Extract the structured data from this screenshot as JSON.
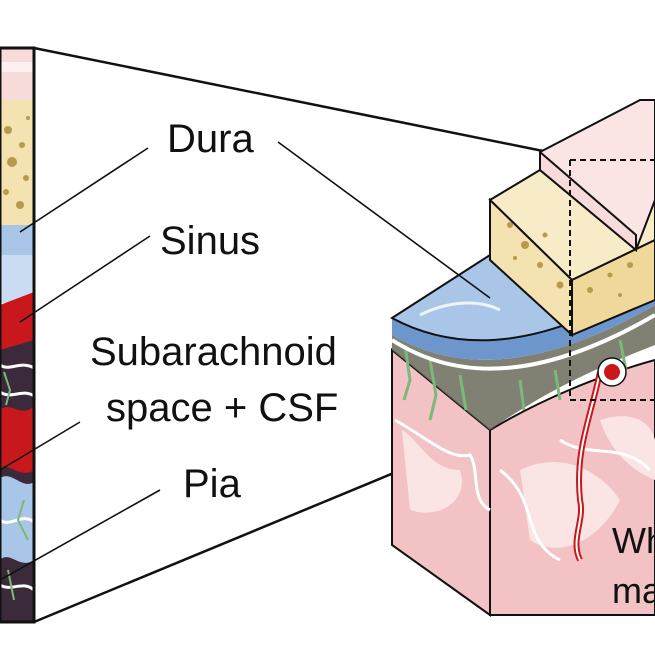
{
  "labels": {
    "dura": "Dura",
    "sinus": "Sinus",
    "subarachnoid_line1": "Subarachnoid",
    "subarachnoid_line2": "space + CSF",
    "pia": "Pia",
    "white_matter_line1": "Wh",
    "white_matter_line2": "ma"
  },
  "colors": {
    "bone": "#f4e2b0",
    "bone_pore": "#b89a4e",
    "skin": "#f7dada",
    "dura": "#a9c6e8",
    "dura_edge": "#6d97cc",
    "sinus": "#c8181c",
    "csf_dark": "#3a2a3a",
    "pia_green": "#7cb87c",
    "brain_tissue": "#f2c2c4",
    "brain_light": "#fbe4e4",
    "outline": "#111111"
  }
}
